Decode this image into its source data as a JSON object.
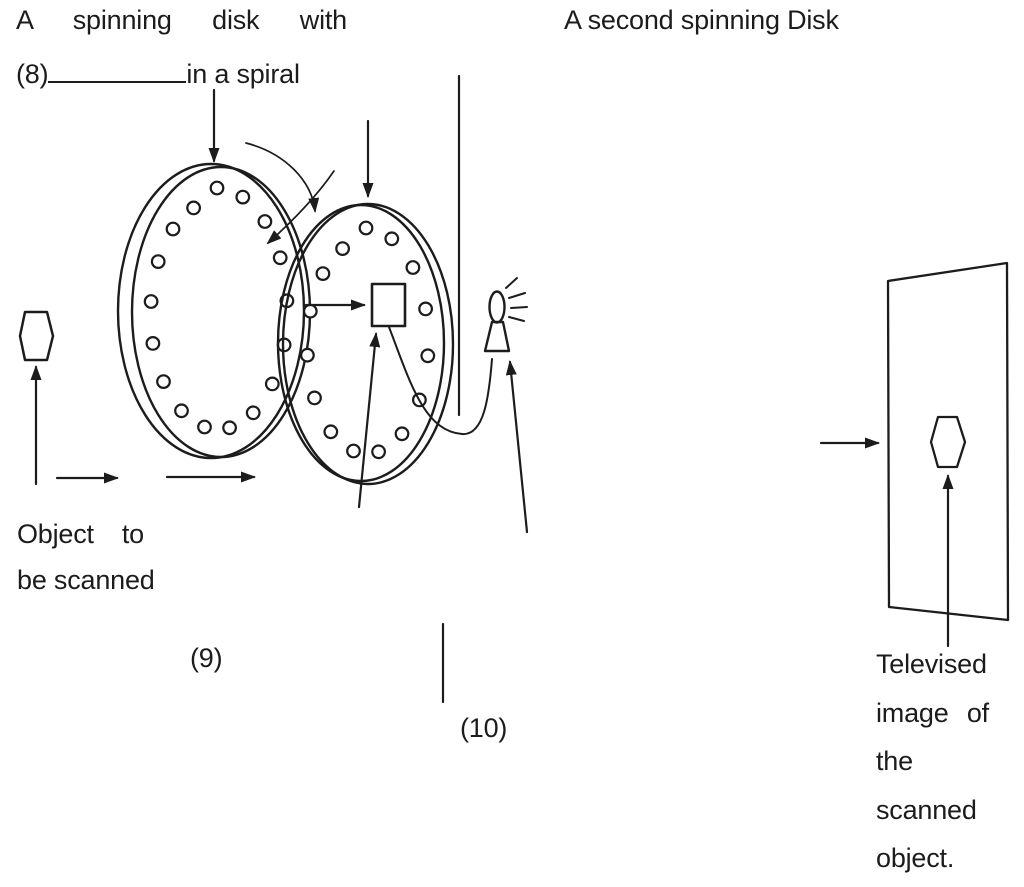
{
  "colors": {
    "ink": "#1c1c1c",
    "paper": "#ffffff"
  },
  "captions": {
    "disk1_line1": "A spinning disk with",
    "disk1_blank_number": "(8)",
    "disk1_line2_suffix": "in a spiral",
    "disk2_title": "A second spinning Disk",
    "object_line1": "Object to",
    "object_line2": "be scanned",
    "blank_9": "(9)",
    "blank_10": "(10)",
    "televised_lines": [
      "Televised",
      "image of",
      "the",
      "scanned",
      "object."
    ]
  }
}
